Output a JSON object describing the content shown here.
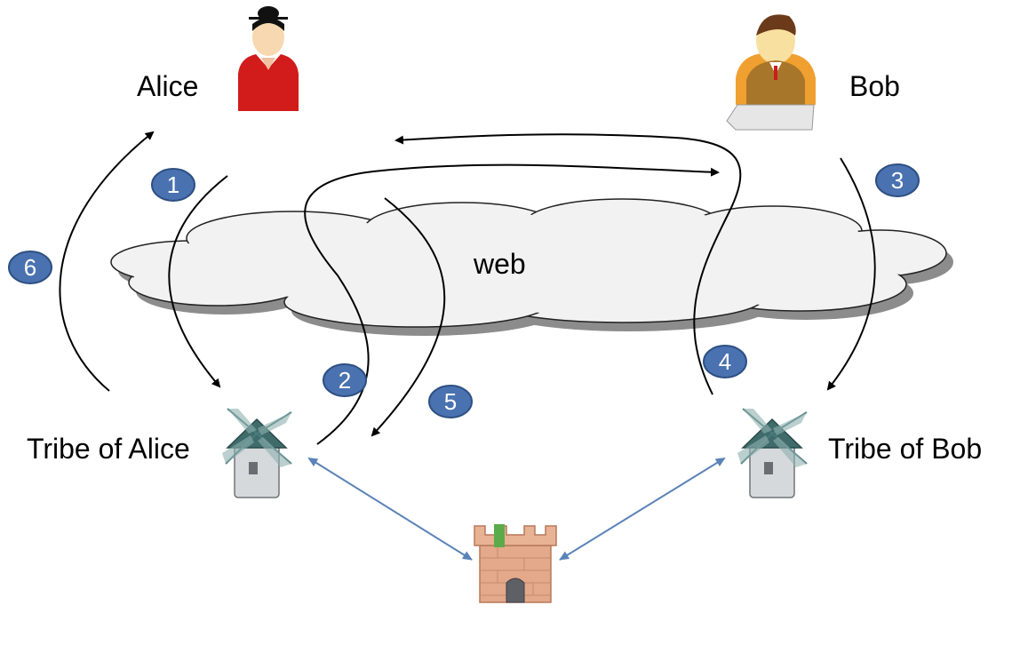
{
  "labels": {
    "alice": "Alice",
    "bob": "Bob",
    "web": "web",
    "tribe_alice": "Tribe of Alice",
    "tribe_bob": "Tribe of Bob"
  },
  "steps": [
    "1",
    "2",
    "3",
    "4",
    "5",
    "6"
  ],
  "icons": {
    "alice": "alice-person-icon",
    "bob": "bob-person-icon",
    "tribe_alice": "windmill-icon",
    "tribe_bob": "windmill-icon",
    "castle": "castle-icon",
    "web": "cloud-icon"
  },
  "colors": {
    "badge_fill": "#4a72b0",
    "badge_stroke": "#2e4f82",
    "cloud_fill": "#f2f2f2",
    "cloud_shadow": "#8c8c8c",
    "link_line": "#5b83b8",
    "flow_line": "#000000"
  }
}
